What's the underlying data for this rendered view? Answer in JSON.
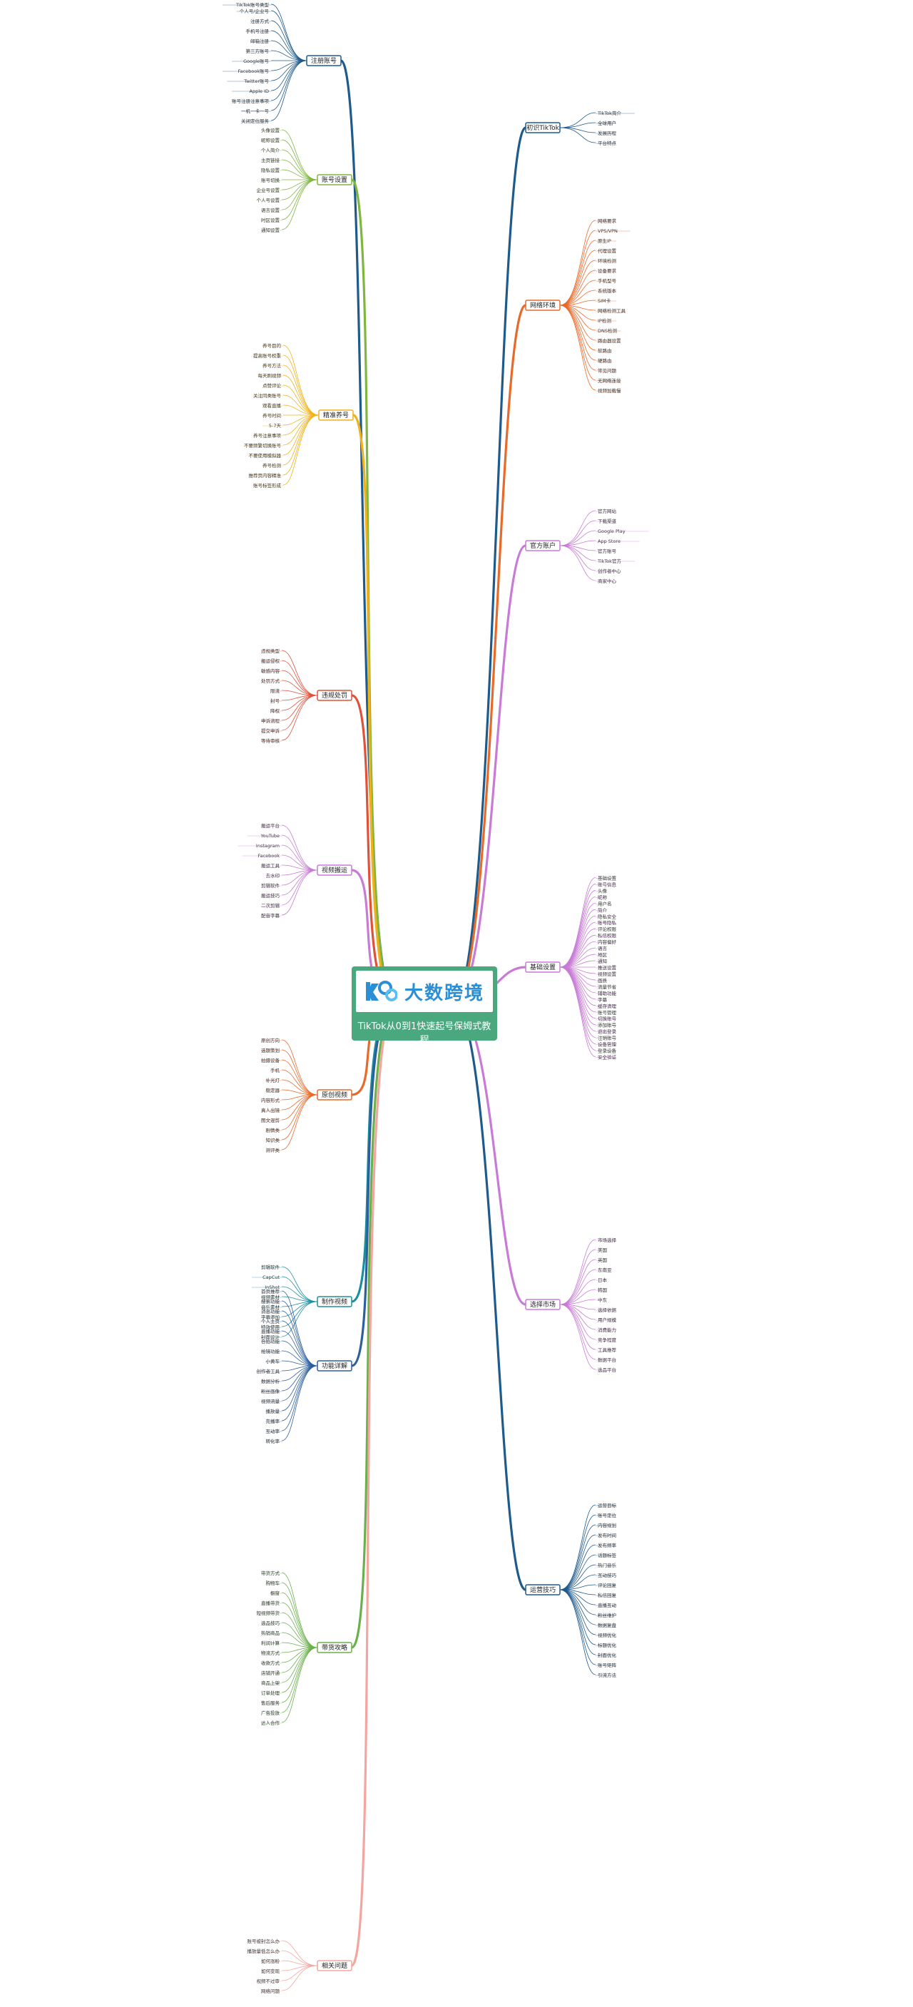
{
  "center": {
    "brand": "大数跨境",
    "subtitle": "TikTok从0到1快速起号保姆式教程"
  },
  "branches": [
    {
      "key": "b1",
      "label": "注册账号",
      "color": "#1e5a8c",
      "side": "left"
    },
    {
      "key": "b2",
      "label": "账号设置",
      "color": "#7fb63f",
      "side": "left"
    },
    {
      "key": "b3",
      "label": "精准养号",
      "color": "#f0b21c",
      "side": "left"
    },
    {
      "key": "b4",
      "label": "违规处罚",
      "color": "#e0513a",
      "side": "left"
    },
    {
      "key": "b5",
      "label": "视频搬运",
      "color": "#c87ad6",
      "side": "left"
    },
    {
      "key": "b6",
      "label": "原创视频",
      "color": "#e86a2a",
      "side": "left"
    },
    {
      "key": "b7",
      "label": "制作视频",
      "color": "#1a8f9f",
      "side": "left"
    },
    {
      "key": "b8",
      "label": "功能详解",
      "color": "#2c5f9e",
      "side": "left"
    },
    {
      "key": "b9",
      "label": "带货攻略",
      "color": "#6ab04c",
      "side": "left"
    },
    {
      "key": "b10",
      "label": "相关问题",
      "color": "#f3a6a0",
      "side": "left"
    },
    {
      "key": "r1",
      "label": "初识TikTok",
      "color": "#1e5a8c",
      "side": "right"
    },
    {
      "key": "r2",
      "label": "网络环境",
      "color": "#e86a2a",
      "side": "right"
    },
    {
      "key": "r3",
      "label": "官方账户",
      "color": "#c87ad6",
      "side": "right"
    },
    {
      "key": "r4",
      "label": "基础设置",
      "color": "#c87ad6",
      "side": "right"
    },
    {
      "key": "r5",
      "label": "选择市场",
      "color": "#c87ad6",
      "side": "right"
    },
    {
      "key": "r6",
      "label": "运营技巧",
      "color": "#1e5a8c",
      "side": "right"
    }
  ],
  "leaves": {
    "b1": [
      "TikTok账号类型",
      "个人号/企业号",
      "注册方式",
      "手机号注册",
      "邮箱注册",
      "第三方账号",
      "Google账号",
      "Facebook账号",
      "Twitter账号",
      "Apple ID",
      "账号注册注意事项",
      "一机一卡一号",
      "关闭定位服务"
    ],
    "b2": [
      "头像设置",
      "昵称设置",
      "个人简介",
      "主页链接",
      "隐私设置",
      "账号切换",
      "企业号设置",
      "个人号设置",
      "语言设置",
      "时区设置",
      "通知设置"
    ],
    "b3": [
      "养号目的",
      "提高账号权重",
      "养号方法",
      "每天刷视频",
      "点赞评论",
      "关注同类账号",
      "观看直播",
      "养号时间",
      "5-7天",
      "养号注意事项",
      "不要频繁切换账号",
      "不要使用模拟器",
      "养号检测",
      "推荐页内容精准",
      "账号标签形成"
    ],
    "b4": [
      "违规类型",
      "搬运侵权",
      "敏感内容",
      "处罚方式",
      "限流",
      "封号",
      "降权",
      "申诉流程",
      "提交申诉",
      "等待审核"
    ],
    "b5": [
      "搬运平台",
      "YouTube",
      "Instagram",
      "Facebook",
      "搬运工具",
      "去水印",
      "剪辑软件",
      "搬运技巧",
      "二次剪辑",
      "配音字幕"
    ],
    "b6": [
      "原创方向",
      "选题策划",
      "拍摄设备",
      "手机",
      "补光灯",
      "稳定器",
      "内容形式",
      "真人出镜",
      "图文混剪",
      "剧情类",
      "知识类",
      "测评类"
    ],
    "b7": [
      "剪辑软件",
      "CapCut",
      "InShot",
      "视频素材",
      "音乐素材",
      "字幕添加",
      "特效使用",
      "封面设计"
    ],
    "b8": [
      "首页推荐",
      "搜索功能",
      "消息功能",
      "个人主页",
      "直播功能",
      "合拍功能",
      "抢镜功能",
      "小黄车",
      "创作者工具",
      "数据分析",
      "粉丝画像",
      "视频流量",
      "播放量",
      "完播率",
      "互动率",
      "转化率"
    ],
    "b9": [
      "带货方式",
      "购物车",
      "橱窗",
      "直播带货",
      "短视频带货",
      "选品技巧",
      "热销商品",
      "利润计算",
      "物流方式",
      "收款方式",
      "店铺开通",
      "商品上架",
      "订单处理",
      "售后服务",
      "广告投放",
      "达人合作"
    ],
    "b10": [
      "账号被封怎么办",
      "播放量低怎么办",
      "如何涨粉",
      "如何变现",
      "视频不过审",
      "网络问题"
    ],
    "r1": [
      "TikTok简介",
      "全球用户",
      "发展历程",
      "平台特点"
    ],
    "r2": [
      "网络要求",
      "VPS/VPN",
      "原生IP",
      "代理设置",
      "环境检测",
      "设备要求",
      "手机型号",
      "系统版本",
      "SIM卡",
      "网络检测工具",
      "IP检测",
      "DNS检测",
      "路由器设置",
      "软路由",
      "硬路由",
      "常见问题",
      "无网络连接",
      "视频加载慢"
    ],
    "r3": [
      "官方网站",
      "下载渠道",
      "Google Play",
      "App Store",
      "官方账号",
      "TikTok官方",
      "创作者中心",
      "商家中心"
    ],
    "r4": [
      "基础设置",
      "账号信息",
      "头像",
      "昵称",
      "用户名",
      "简介",
      "隐私安全",
      "账号隐私",
      "评论权限",
      "私信权限",
      "内容偏好",
      "语言",
      "地区",
      "通知",
      "推送设置",
      "视频设置",
      "画质",
      "流量节省",
      "辅助功能",
      "字幕",
      "缓存清理",
      "账号管理",
      "切换账号",
      "添加账号",
      "退出登录",
      "注销账号",
      "设备管理",
      "登录设备",
      "安全验证"
    ],
    "r5": [
      "市场选择",
      "美国",
      "英国",
      "东南亚",
      "日本",
      "韩国",
      "中东",
      "选择依据",
      "用户规模",
      "消费能力",
      "竞争程度",
      "工具推荐",
      "数据平台",
      "选品平台"
    ],
    "r6": [
      "运营目标",
      "账号定位",
      "内容规划",
      "发布时间",
      "发布频率",
      "话题标签",
      "热门音乐",
      "互动技巧",
      "评论回复",
      "私信回复",
      "直播互动",
      "粉丝维护",
      "数据复盘",
      "视频优化",
      "标题优化",
      "封面优化",
      "账号矩阵",
      "引流方法"
    ]
  }
}
